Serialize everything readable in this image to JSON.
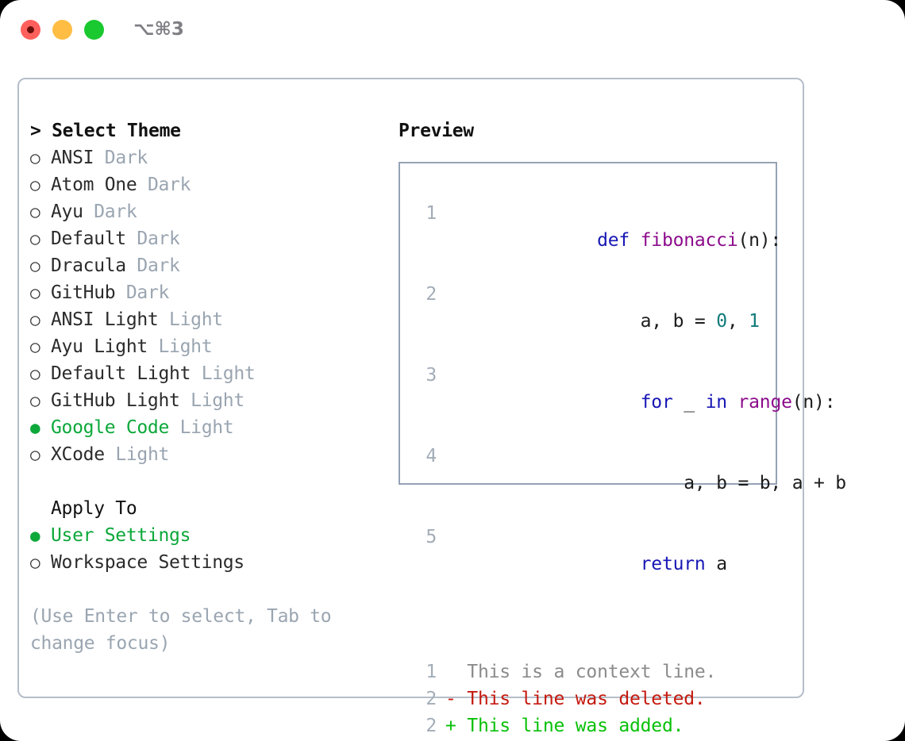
{
  "window": {
    "shortcut_label": "⌥⌘3",
    "traffic_lights": [
      {
        "name": "close",
        "color": "#ff605c"
      },
      {
        "name": "minimize",
        "color": "#ffbd44"
      },
      {
        "name": "maximize",
        "color": "#1ac830"
      }
    ]
  },
  "theme_picker": {
    "heading": "> Select Theme",
    "bullet_unselected": "○",
    "bullet_selected": "●",
    "items": [
      {
        "label": "ANSI",
        "suffix": "Dark",
        "selected": false
      },
      {
        "label": "Atom One",
        "suffix": "Dark",
        "selected": false
      },
      {
        "label": "Ayu",
        "suffix": "Dark",
        "selected": false
      },
      {
        "label": "Default",
        "suffix": "Dark",
        "selected": false
      },
      {
        "label": "Dracula",
        "suffix": "Dark",
        "selected": false
      },
      {
        "label": "GitHub",
        "suffix": "Dark",
        "selected": false
      },
      {
        "label": "ANSI Light",
        "suffix": "Light",
        "selected": false
      },
      {
        "label": "Ayu Light",
        "suffix": "Light",
        "selected": false
      },
      {
        "label": "Default Light",
        "suffix": "Light",
        "selected": false
      },
      {
        "label": "GitHub Light",
        "suffix": "Light",
        "selected": false
      },
      {
        "label": "Google Code",
        "suffix": "Light",
        "selected": true
      },
      {
        "label": "XCode",
        "suffix": "Light",
        "selected": false
      }
    ]
  },
  "apply_to": {
    "heading": "Apply To",
    "items": [
      {
        "label": "User Settings",
        "selected": true
      },
      {
        "label": "Workspace Settings",
        "selected": false
      }
    ]
  },
  "hint": "(Use Enter to select, Tab to change focus)",
  "preview": {
    "title": "Preview",
    "code_lines": [
      {
        "no": "1",
        "tokens": [
          {
            "t": "def ",
            "c": "kw"
          },
          {
            "t": "fibonacci",
            "c": "fn"
          },
          {
            "t": "(n):",
            "c": "pl"
          }
        ]
      },
      {
        "no": "2",
        "tokens": [
          {
            "t": "    a, b = ",
            "c": "pl"
          },
          {
            "t": "0",
            "c": "num"
          },
          {
            "t": ", ",
            "c": "pl"
          },
          {
            "t": "1",
            "c": "num"
          }
        ]
      },
      {
        "no": "3",
        "tokens": [
          {
            "t": "    ",
            "c": "pl"
          },
          {
            "t": "for",
            "c": "kw"
          },
          {
            "t": " _ ",
            "c": "pl"
          },
          {
            "t": "in",
            "c": "kw"
          },
          {
            "t": " ",
            "c": "pl"
          },
          {
            "t": "range",
            "c": "fn"
          },
          {
            "t": "(n):",
            "c": "pl"
          }
        ]
      },
      {
        "no": "4",
        "tokens": [
          {
            "t": "        a, b = b, a + b",
            "c": "pl"
          }
        ]
      },
      {
        "no": "5",
        "tokens": [
          {
            "t": "    ",
            "c": "pl"
          },
          {
            "t": "return",
            "c": "kw"
          },
          {
            "t": " a",
            "c": "pl"
          }
        ]
      }
    ],
    "diff_lines": [
      {
        "no": "1",
        "marker": " ",
        "text": " This is a context line.",
        "kind": "ctx"
      },
      {
        "no": "2",
        "marker": "-",
        "text": " This line was deleted.",
        "kind": "del"
      },
      {
        "no": "2",
        "marker": "+",
        "text": " This line was added.",
        "kind": "add"
      }
    ]
  },
  "colors": {
    "selected_green": "#0ca83a",
    "muted_grey": "#9aa5b1",
    "keyword_blue": "#1717b5",
    "function_purple": "#8c0c8c",
    "number_teal": "#0f7a7a",
    "diff_delete_red": "#c41a0f",
    "diff_add_green": "#09c009",
    "panel_border": "#b5bec9",
    "code_box_border": "#95a2b3"
  }
}
